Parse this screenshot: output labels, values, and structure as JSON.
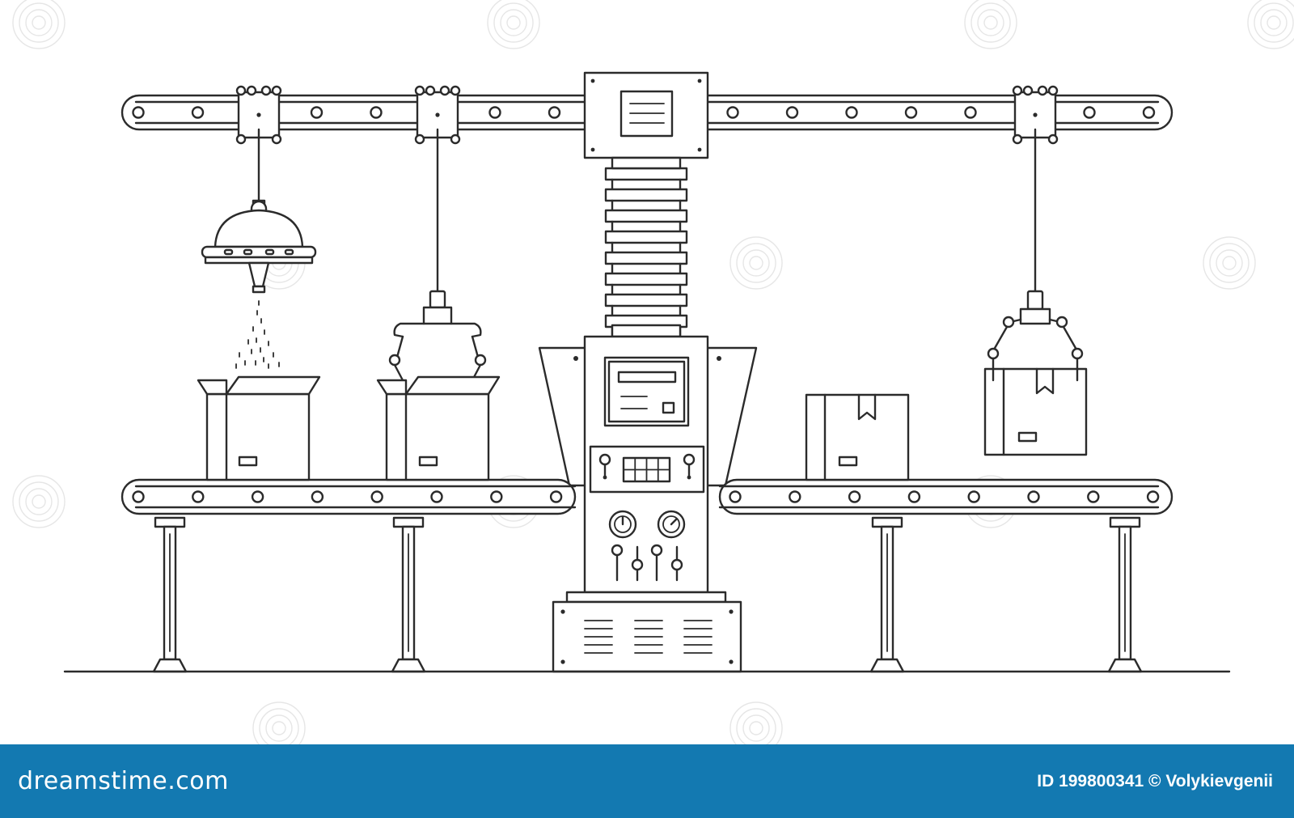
{
  "illustration": {
    "subject": "Automated conveyor packing line",
    "colors": {
      "line": "#2b2b2b",
      "background": "#ffffff",
      "watermark": "#e6e6e6"
    }
  },
  "stock_banner": {
    "brand": "dreamstime.com",
    "image_id": "ID 199800341 © Volykievgenii",
    "color": "#1379b1"
  }
}
